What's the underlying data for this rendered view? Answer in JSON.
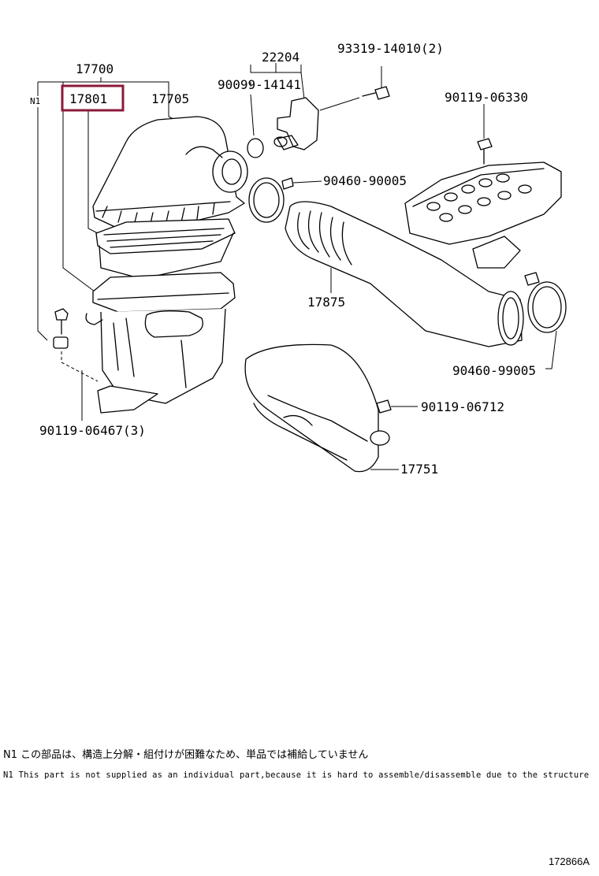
{
  "callouts": {
    "p17700": "17700",
    "p17801": "17801",
    "p17705": "17705",
    "p22204": "22204",
    "p90099": "90099-14141",
    "p93319": "93319-14010(2)",
    "p90119_06330": "90119-06330",
    "p90460_90005": "90460-90005",
    "p17875": "17875",
    "p90460_99005": "90460-99005",
    "p90119_06712": "90119-06712",
    "p17751": "17751",
    "p90119_06467": "90119-06467(3)",
    "n1": "N1"
  },
  "highlight_color": "#8b1a3a",
  "notes": {
    "jp": "N1 この部品は、構造上分解・組付けが困難なため、単品では補給していません",
    "en": "N1 This part is not supplied as an individual part,because it is hard to assemble/disassemble due to the structure"
  },
  "ref_code": "172866A"
}
